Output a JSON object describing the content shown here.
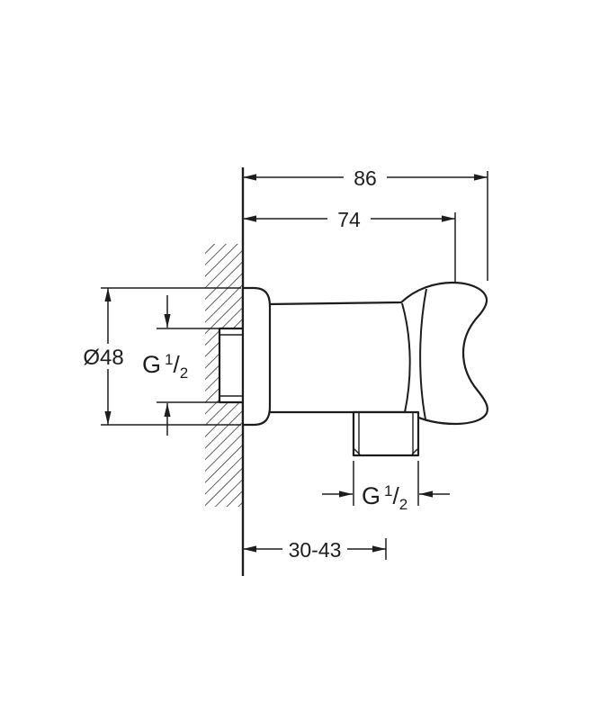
{
  "drawing": {
    "type": "technical-dimension-drawing",
    "background": "#ffffff",
    "ink_color": "#1d1d1b",
    "labels": {
      "overall_depth": "86",
      "holder_depth": "74",
      "flange_diameter": "Ø48",
      "wall_depth_range": "30-43",
      "thread": {
        "prefix": "G",
        "numerator": "1",
        "slash": "/",
        "denominator": "2"
      }
    }
  }
}
